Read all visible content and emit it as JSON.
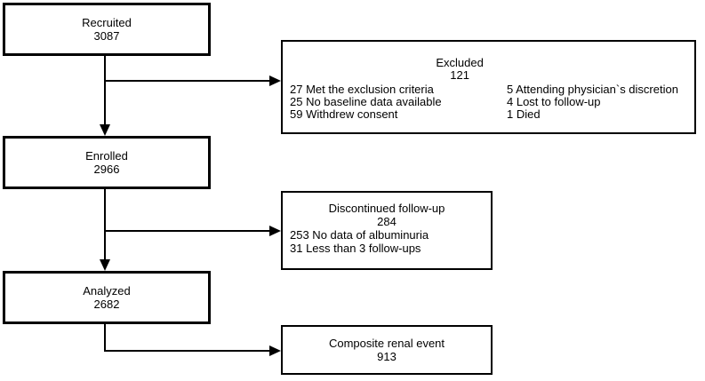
{
  "diagram": {
    "background_color": "#ffffff",
    "line_color": "#000000",
    "boxes": {
      "recruited": {
        "label": "Recruited",
        "count": "3087"
      },
      "excluded": {
        "title": "Excluded",
        "count": "121",
        "left_items": [
          "27 Met the exclusion criteria",
          "25 No baseline data available",
          "59 Withdrew consent"
        ],
        "right_items": [
          "5 Attending physician`s discretion",
          "4 Lost to follow-up",
          "1 Died"
        ]
      },
      "enrolled": {
        "label": "Enrolled",
        "count": "2966"
      },
      "discontinued": {
        "title": "Discontinued follow-up",
        "count": "284",
        "items": [
          "253 No data of albuminuria",
          "31 Less than 3 follow-ups"
        ]
      },
      "analyzed": {
        "label": "Analyzed",
        "count": "2682"
      },
      "composite": {
        "label": "Composite renal event",
        "count": "913"
      }
    }
  }
}
